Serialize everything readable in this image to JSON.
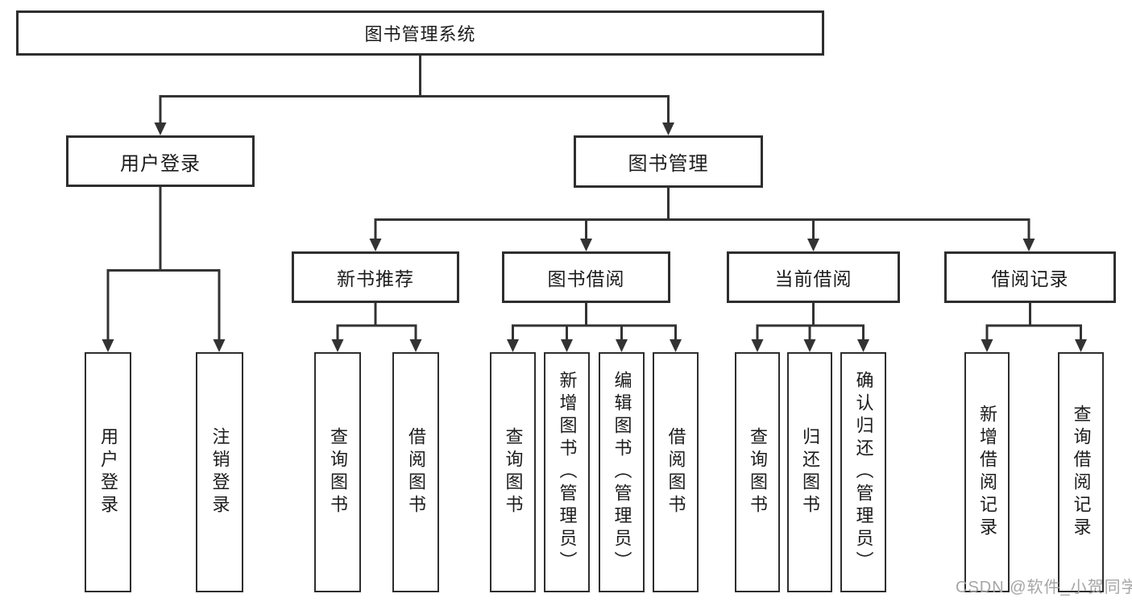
{
  "diagram_title": "图书管理系统",
  "colors": {
    "line": "#333333",
    "box_border": "#2e2e2e",
    "text": "#1c1c1c",
    "watermark": "#a6a6a6",
    "background": "#ffffff"
  },
  "nodes": {
    "root": {
      "label": "图书管理系统"
    },
    "userLogin": {
      "label": "用户登录"
    },
    "bookManage": {
      "label": "图书管理"
    },
    "newBook": {
      "label": "新书推荐"
    },
    "bookBorrow": {
      "label": "图书借阅"
    },
    "currentBorrow": {
      "label": "当前借阅"
    },
    "borrowRecord": {
      "label": "借阅记录"
    },
    "leafUserLogin": {
      "label": "用户登录"
    },
    "leafLogout": {
      "label": "注销登录"
    },
    "leafNewBookQuery": {
      "label": "查询图书"
    },
    "leafNewBookBorrow": {
      "label": "借阅图书"
    },
    "leafBorrowQuery": {
      "label": "查询图书"
    },
    "leafBorrowAdd": {
      "label": "新增图书（管理员）"
    },
    "leafBorrowEdit": {
      "label": "编辑图书（管理员）"
    },
    "leafBorrowBorrow": {
      "label": "借阅图书"
    },
    "leafCurrentQuery": {
      "label": "查询图书"
    },
    "leafCurrentReturn": {
      "label": "归还图书"
    },
    "leafCurrentConfirm": {
      "label": "确认归还（管理员）"
    },
    "leafRecordAdd": {
      "label": "新增借阅记录"
    },
    "leafRecordQuery": {
      "label": "查询借阅记录"
    }
  },
  "watermark": {
    "text": "CSDN @软件_小贺同学"
  }
}
